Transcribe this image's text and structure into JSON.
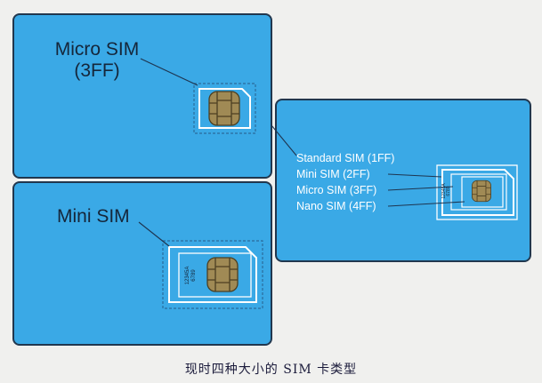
{
  "panels": {
    "micro": {
      "title_line1": "Micro SIM",
      "title_line2": "(3FF)"
    },
    "mini": {
      "title": "Mini SIM",
      "card_print_1": "12345A",
      "card_print_2": "6789"
    },
    "all": {
      "labels": [
        "Standard SIM (1FF)",
        "Mini SIM (2FF)",
        "Micro SIM (3FF)",
        "Nano SIM (4FF)"
      ],
      "card_print_1": "12345A",
      "card_print_2": "6789"
    }
  },
  "caption": "现时四种大小的 SIM 卡类型",
  "colors": {
    "panel": "#3aa9e6",
    "border": "#21374e",
    "chip": "#a08a55",
    "line": "#1e3550"
  }
}
